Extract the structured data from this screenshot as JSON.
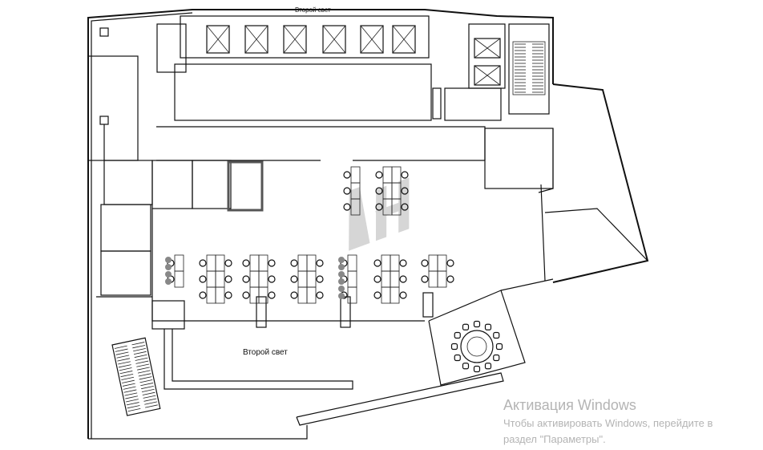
{
  "plan": {
    "labels": {
      "top_second_light": "Второй свет",
      "center_second_light": "Второй свет"
    },
    "watermark_logo": "AH",
    "desk_clusters": [
      {
        "name": "cluster-1",
        "rows": 2,
        "cols": 1
      },
      {
        "name": "cluster-2",
        "rows": 3,
        "cols": 2
      },
      {
        "name": "cluster-3",
        "rows": 3,
        "cols": 2
      },
      {
        "name": "cluster-4",
        "rows": 3,
        "cols": 2
      },
      {
        "name": "cluster-5",
        "rows": 3,
        "cols": 1
      },
      {
        "name": "cluster-6",
        "rows": 3,
        "cols": 2
      },
      {
        "name": "cluster-7",
        "rows": 2,
        "cols": 2
      },
      {
        "name": "cluster-upper-1",
        "rows": 3,
        "cols": 1
      },
      {
        "name": "cluster-upper-2",
        "rows": 3,
        "cols": 2
      }
    ],
    "elevator_count": 8,
    "conference_chairs": 12
  },
  "windows_activation": {
    "title": "Активация Windows",
    "line1": "Чтобы активировать Windows, перейдите в",
    "line2": "раздел \"Параметры\"."
  }
}
